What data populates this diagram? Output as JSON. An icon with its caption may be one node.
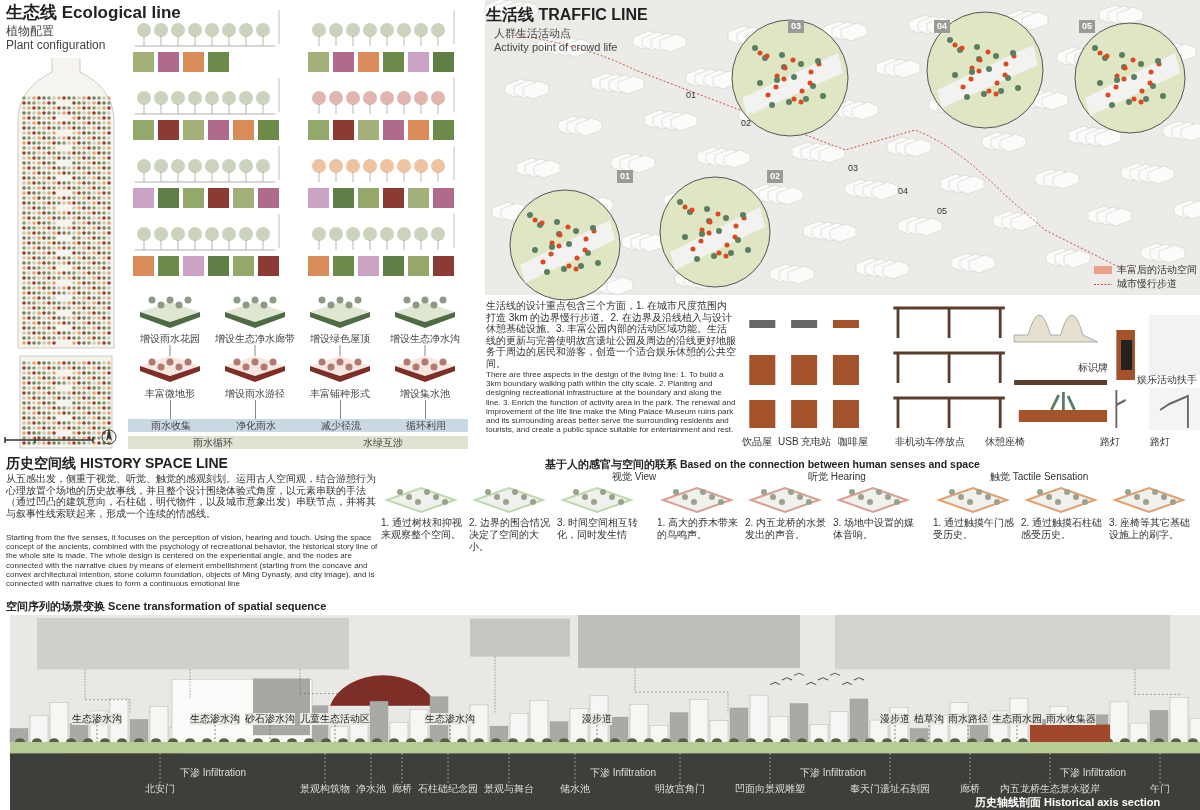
{
  "diagram": {
    "nodes": [
      {
        "text": [
          "增设雨水花园"
        ]
      },
      {
        "text": [
          "增设生态净水廊带"
        ]
      },
      {
        "text": [
          "增设绿色屋顶"
        ]
      },
      {
        "text": [
          "增设生态净水沟"
        ]
      },
      {
        "text": [
          "丰富微地形"
        ]
      },
      {
        "text": [
          "增设雨水游径"
        ]
      },
      {
        "text": [
          "丰富铺种形式"
        ]
      },
      {
        "text": [
          "增设集水池"
        ]
      },
      {
        "text": [
          "雨水收集"
        ]
      },
      {
        "text": [
          "净化雨水"
        ]
      },
      {
        "text": [
          "减少径流"
        ]
      },
      {
        "text": [
          "循环利用"
        ]
      },
      {
        "text": [
          "雨水循环"
        ]
      },
      {
        "text": [
          "水绿互涉"
        ]
      },
      {
        "text": [
          "生态渗水沟"
        ]
      },
      {
        "text": [
          "生态渗水沟"
        ]
      },
      {
        "text": [
          "砂石渗水沟"
        ]
      },
      {
        "text": [
          "儿童生态活动区"
        ]
      },
      {
        "text": [
          "生态渗水沟"
        ]
      },
      {
        "text": [
          "漫步道"
        ]
      },
      {
        "text": [
          "漫步道"
        ]
      },
      {
        "text": [
          "植草沟"
        ]
      },
      {
        "text": [
          "雨水路径"
        ]
      },
      {
        "text": [
          "生态雨水园"
        ]
      },
      {
        "text": [
          "雨水收集器"
        ]
      },
      {
        "text": [
          "北安门"
        ]
      },
      {
        "text": [
          "景观构筑物"
        ]
      },
      {
        "text": [
          "净水池"
        ]
      },
      {
        "text": [
          "廊桥"
        ]
      },
      {
        "text": [
          "石柱础纪念园"
        ]
      },
      {
        "text": [
          "景观与舞台"
        ]
      },
      {
        "text": [
          "储水池"
        ]
      },
      {
        "text": [
          "明故宫角门"
        ]
      },
      {
        "text": [
          "凹面向景观雕塑"
        ]
      },
      {
        "text": [
          "奉天门遗址石刻园"
        ]
      },
      {
        "text": [
          "廊桥"
        ]
      },
      {
        "text": [
          "内五龙桥生态景水驳岸"
        ]
      },
      {
        "text": [
          "午门"
        ]
      },
      {
        "text": [],
        "shape": "bar"
      }
    ],
    "edges": [
      {
        "from": 0,
        "to": 4,
        "arrow": "none"
      },
      {
        "from": 1,
        "to": 5,
        "arrow": "none"
      },
      {
        "from": 2,
        "to": 6,
        "arrow": "none"
      },
      {
        "from": 3,
        "to": 7,
        "arrow": "none"
      },
      {
        "from": 4,
        "to": 8,
        "arrow": "none"
      },
      {
        "from": 5,
        "to": 9,
        "arrow": "none"
      },
      {
        "from": 6,
        "to": 10,
        "arrow": "none"
      },
      {
        "from": 7,
        "to": 11,
        "arrow": "none"
      },
      {
        "from": 14,
        "to": 38,
        "arrow": "none",
        "style": "dashed"
      },
      {
        "from": 15,
        "to": 38,
        "arrow": "none",
        "style": "dashed"
      },
      {
        "from": 16,
        "to": 38,
        "arrow": "none",
        "style": "dashed"
      },
      {
        "from": 17,
        "to": 38,
        "arrow": "none",
        "style": "dashed"
      },
      {
        "from": 18,
        "to": 38,
        "arrow": "none",
        "style": "dashed"
      },
      {
        "from": 19,
        "to": 38,
        "arrow": "none",
        "style": "dashed"
      },
      {
        "from": 20,
        "to": 38,
        "arrow": "none",
        "style": "dashed"
      },
      {
        "from": 21,
        "to": 38,
        "arrow": "none",
        "style": "dashed"
      },
      {
        "from": 22,
        "to": 38,
        "arrow": "none",
        "style": "dashed"
      },
      {
        "from": 23,
        "to": 38,
        "arrow": "none",
        "style": "dashed"
      },
      {
        "from": 24,
        "to": 38,
        "arrow": "none",
        "style": "dashed"
      },
      {
        "from": 25,
        "to": 38,
        "arrow": "none",
        "style": "dashed",
        "color": "#bbbbbb"
      },
      {
        "from": 26,
        "to": 38,
        "arrow": "none",
        "style": "dashed",
        "color": "#bbbbbb"
      },
      {
        "from": 27,
        "to": 38,
        "arrow": "none",
        "style": "dashed",
        "color": "#bbbbbb"
      },
      {
        "from": 28,
        "to": 38,
        "arrow": "none",
        "style": "dashed",
        "color": "#bbbbbb"
      },
      {
        "from": 29,
        "to": 38,
        "arrow": "none",
        "style": "dashed",
        "color": "#bbbbbb"
      },
      {
        "from": 30,
        "to": 38,
        "arrow": "none",
        "style": "dashed",
        "color": "#bbbbbb"
      },
      {
        "from": 31,
        "to": 38,
        "arrow": "none",
        "style": "dashed",
        "color": "#bbbbbb"
      },
      {
        "from": 32,
        "to": 38,
        "arrow": "none",
        "style": "dashed",
        "color": "#bbbbbb"
      },
      {
        "from": 33,
        "to": 38,
        "arrow": "none",
        "style": "dashed",
        "color": "#bbbbbb"
      },
      {
        "from": 34,
        "to": 38,
        "arrow": "none",
        "style": "dashed",
        "color": "#bbbbbb"
      },
      {
        "from": 35,
        "to": 38,
        "arrow": "none",
        "style": "dashed",
        "color": "#bbbbbb"
      },
      {
        "from": 36,
        "to": 38,
        "arrow": "none",
        "style": "dashed",
        "color": "#bbbbbb"
      },
      {
        "from": 37,
        "to": 38,
        "arrow": "none",
        "style": "dashed",
        "color": "#bbbbbb"
      }
    ],
    "labels": [
      "生态线 Ecological line",
      "植物配置",
      "Plant configuration",
      "生活线 TRAFFIC LINE",
      "人群生活活动点",
      "Activity point of crowd life",
      "03",
      "04",
      "05",
      "01",
      "02",
      "01",
      "02",
      "03",
      "04",
      "05",
      "生活线的设计重点包含三个方面，1. 在城市尺度范围内打造 3km 的边界慢行步道。2. 在边界及沿线植入与设计休憩基础设施。3. 丰富公园内部的活动区域功能。生活线的更新与完善使明故宫遗址公园及周边的沿线更好地服务于周边的居民和游客，创造一个适合娱乐休憩的公共空间。",
      "There are three aspects in the design of the living line: 1. To build a 3km boundary walking path within the city scale. 2. Planting and designing recreational infrastructure at the boundary and along the line. 3. Enrich the function of activity area in the park. The renewal and improvement of the life line make the Ming Palace Museum ruins park and its surrounding areas better serve the surrounding residents and tourists, and create a public space suitable for entertainment and rest.",
      "标识牌",
      "娱乐活动扶手",
      "饮品屋",
      "USB 充电站",
      "咖啡屋",
      "非机动车停放点",
      "休憩座椅",
      "路灯",
      "路灯",
      "历史空间线 HISTORY SPACE LINE",
      "从五感出发，侧重于视觉、听觉、触觉的感观刻划。运用古人空间观，结合游憩行为心理放置个场地的历史故事线，并且整个设计围绕体验式角度，以元素串联的手法（通过凹凸的建筑意向，石柱础，明代物件，以及城市意象出发）串联节点，并将其与叙事性线索联起来，形成一个连续的情感线。",
      "Starting from the five senses, it focuses on the perception of vision, hearing and touch. Using the space concept of the ancients, combined with the psychology of recreational behavior, the historical story line of the whole site is made. The whole design is centered on the experiential angle, and the nodes are connected with the narrative clues by means of element embellishment (starting from the concave and convex architectural intention, stone column foundation, objects of Ming Dynasty, and city image), and is connected with narrative clues to form a continuous emotional line",
      "基于人的感官与空间的联系 Based on the connection between human senses and space",
      "视觉 View",
      "听觉 Hearing",
      "触觉 Tactile Sensation",
      "1. 通过树枝和抑视来观察整个空间。",
      "2. 边界的围合情况决定了空间的大小。",
      "3. 时间空间相互转化，同时发生情",
      "1. 高大的乔木带来的鸟鸣声。",
      "2. 内五龙桥的水景发出的声音。",
      "3. 场地中设置的媒体音响。",
      "1. 通过触摸午门感受历史。",
      "2. 通过触摸石柱础感受历史。",
      "3. 座椅等其它基础设施上的刷字。",
      "空间序列的场景变换 Scene transformation of spatial sequence",
      "下渗 Infiltration",
      "下渗 Infiltration",
      "下渗 Infiltration",
      "下渗 Infiltration",
      "历史轴线剖面 Historical axis section"
    ],
    "legend": [
      {
        "text": "丰富后的活动空间",
        "color": "#e8a08a"
      },
      {
        "text": "城市慢行步道"
      }
    ]
  }
}
